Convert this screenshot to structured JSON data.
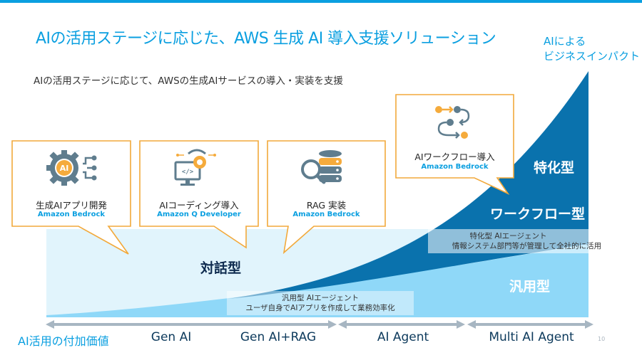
{
  "header": {
    "title": "AIの活用ステージに応じた、AWS 生成 AI 導入支援ソリューション",
    "subtitle": "AIの活用ステージに応じて、AWSの生成AIサービスの導入・実装を支援",
    "impact_label_line1": "AIによる",
    "impact_label_line2": "ビジネスインパクト"
  },
  "colors": {
    "accent": "#0a9fe0",
    "dark_blue": "#0a72ad",
    "medium_blue": "#8fd8f8",
    "pale_blue": "#e1f4fc",
    "bubble_border": "#f2a93b",
    "icon_gray": "#5f7d8e",
    "icon_orange": "#f5ab3c",
    "arrow_gray": "#a7b6c2"
  },
  "cards": [
    {
      "name": "生成AIアプリ開発",
      "product": "Amazon Bedrock",
      "icon": "gear-ai-network-icon"
    },
    {
      "name": "AIコーディング導入",
      "product": "Amazon Q Developer",
      "icon": "monitor-code-brain-icon"
    },
    {
      "name": "RAG 実装",
      "product": "Amazon Bedrock",
      "icon": "database-search-icon"
    },
    {
      "name": "AIワークフロー導入",
      "product": "Amazon Bedrock",
      "icon": "workflow-icon"
    }
  ],
  "regions": {
    "specialized": "特化型",
    "workflow": "ワークフロー型",
    "general": "汎用型",
    "conversational": "対話型"
  },
  "notes": {
    "general_agent": {
      "line1": "汎用型 AIエージェント",
      "line2": "ユーザ自身でAIアプリを作成して業務効率化"
    },
    "specialized_agent": {
      "line1": "特化型 AIエージェント",
      "line2": "情報システム部門等が管理して全社的に活用"
    }
  },
  "axis": {
    "label": "AI活用の付加価値",
    "stages": [
      "Gen AI",
      "Gen AI+RAG",
      "AI Agent",
      "Multi AI Agent"
    ]
  },
  "page_number": "10"
}
